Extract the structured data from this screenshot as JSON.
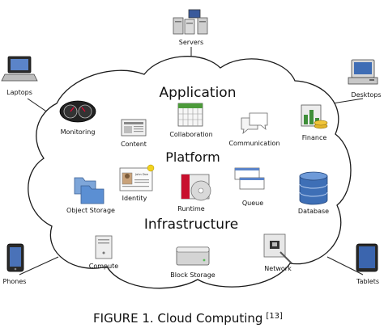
{
  "sections": {
    "application": "Application",
    "platform": "Platform",
    "infrastructure": "Infrastructure"
  },
  "devices": {
    "servers": "Servers",
    "laptops": "Laptops",
    "desktops": "Desktops",
    "phones": "Phones",
    "tablets": "Tablets"
  },
  "application_items": {
    "monitoring": "Monitoring",
    "content": "Content",
    "collaboration": "Collaboration",
    "communication": "Communication",
    "finance": "Finance"
  },
  "platform_items": {
    "object_storage": "Object Storage",
    "identity": "Identity",
    "identity_card_name": "John Doe",
    "runtime": "Runtime",
    "queue": "Queue",
    "database": "Database"
  },
  "infrastructure_items": {
    "compute": "Compute",
    "block_storage": "Block Storage",
    "network": "Network"
  },
  "caption": {
    "text": "FIGURE 1. Cloud Computing",
    "ref": "[13]"
  }
}
